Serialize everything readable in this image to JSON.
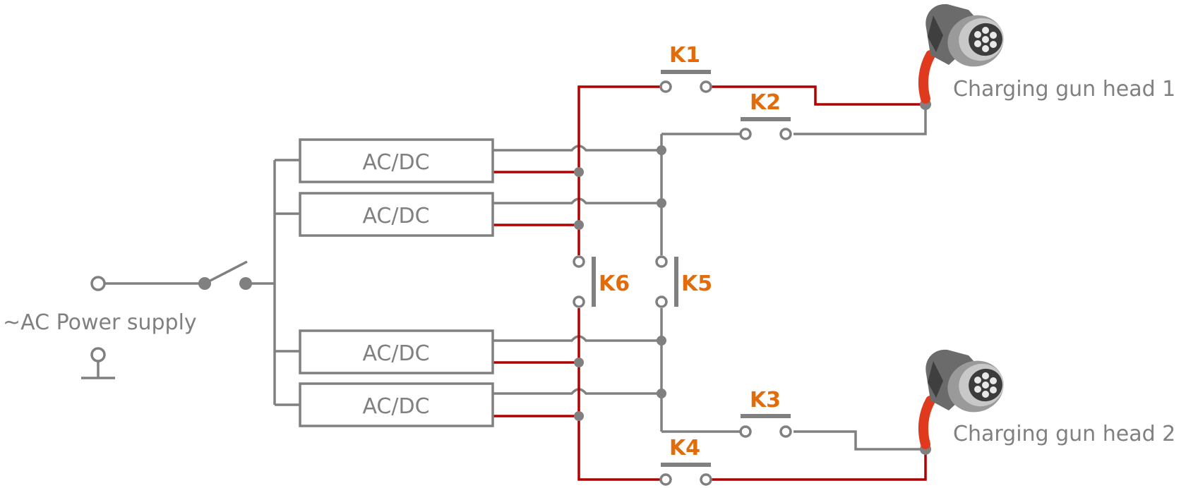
{
  "power_supply": {
    "label": "~AC Power supply"
  },
  "modules": [
    {
      "label": "AC/DC"
    },
    {
      "label": "AC/DC"
    },
    {
      "label": "AC/DC"
    },
    {
      "label": "AC/DC"
    }
  ],
  "contactors": {
    "k1": "K1",
    "k2": "K2",
    "k3": "K3",
    "k4": "K4",
    "k5": "K5",
    "k6": "K6"
  },
  "guns": [
    {
      "label": "Charging gun head 1"
    },
    {
      "label": "Charging gun head 2"
    }
  ],
  "colors": {
    "positive_wire": "#b00000",
    "negative_wire": "#808080",
    "contactor_label": "#e36c0a",
    "gun_cable": "#e03a1e"
  }
}
